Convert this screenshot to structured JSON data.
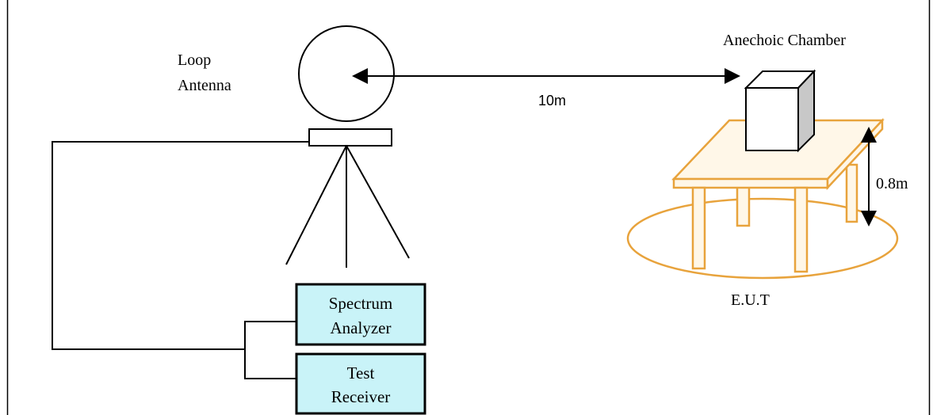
{
  "labels": {
    "loop_antenna_line1": "Loop",
    "loop_antenna_line2": "Antenna",
    "anechoic_chamber": "Anechoic Chamber",
    "distance": "10m",
    "table_height": "0.8m",
    "eut": "E.U.T",
    "spectrum_analyzer_line1": "Spectrum",
    "spectrum_analyzer_line2": "Analyzer",
    "test_receiver_line1": "Test",
    "test_receiver_line2": "Receiver"
  },
  "colors": {
    "line": "#000000",
    "table": "#E8A33C",
    "table_fill": "#FFF7E8",
    "instrument_box_fill": "#C9F3F8",
    "eut_side": "#C8C8C8"
  }
}
